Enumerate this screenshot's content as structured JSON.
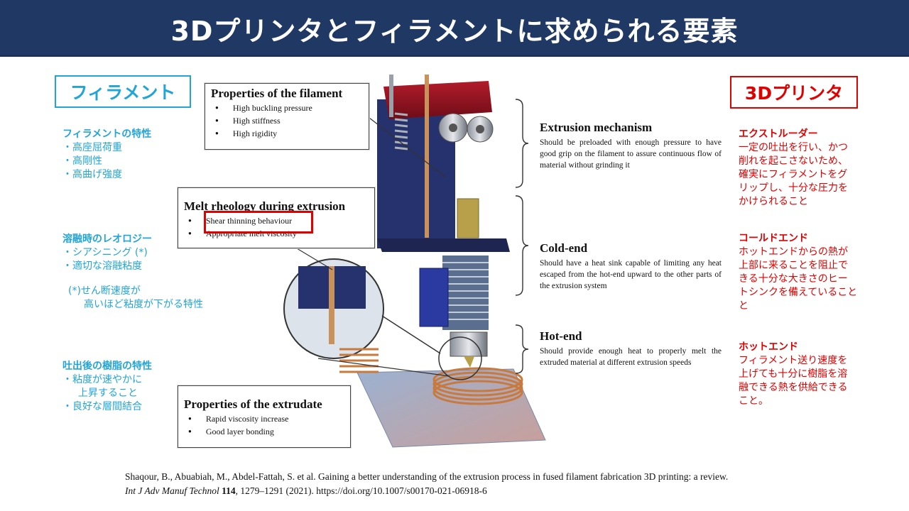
{
  "title": "3Dプリンタとフィラメントに求められる要素",
  "left": {
    "label": "フィラメント",
    "filament_props": {
      "heading": "フィラメントの特性",
      "items": [
        "・高座屈荷重",
        "・高剛性",
        "・高曲げ強度"
      ]
    },
    "rheology": {
      "heading": "溶融時のレオロジー",
      "items": [
        "・シアシニング (*)",
        "・適切な溶融粘度"
      ],
      "footnote_1": "(*)せん断速度が",
      "footnote_2": "高いほど粘度が下がる特性"
    },
    "extrudate": {
      "heading": "吐出後の樹脂の特性",
      "items": [
        "・粘度が速やかに",
        "上昇すること",
        "・良好な層間結合"
      ]
    }
  },
  "right": {
    "label": "3Dプリンタ",
    "extruder": {
      "heading": "エクストルーダー",
      "lines": [
        "一定の吐出を行い、かつ",
        "削れを起こさないため、",
        "確実にフィラメントをグ",
        "リップし、十分な圧力を",
        "かけられること"
      ]
    },
    "cold_end": {
      "heading": "コールドエンド",
      "lines": [
        "ホットエンドからの熱が",
        "上部に来ることを阻止で",
        "きる十分な大きさのヒー",
        "トシンクを備えていること",
        "と"
      ]
    },
    "hot_end": {
      "heading": "ホットエンド",
      "lines": [
        "フィラメント送り速度を",
        "上げても十分に樹脂を溶",
        "融できる熱を供給できる",
        "こと。"
      ]
    }
  },
  "figure": {
    "box_filament": {
      "title": "Properties of the filament",
      "items": [
        "High buckling pressure",
        "High stiffness",
        "High rigidity"
      ]
    },
    "box_melt": {
      "title": "Melt rheology during extrusion",
      "items": [
        "Shear thinning behaviour",
        "Appropriate melt viscosity"
      ]
    },
    "box_extrudate": {
      "title": "Properties of the extrudate",
      "items": [
        "Rapid viscosity increase",
        "Good layer bonding"
      ]
    },
    "extrusion": {
      "title": "Extrusion mechanism",
      "text": "Should be preloaded with enough pressure to have good grip on the filament to assure continuous flow of material without grinding it"
    },
    "cold": {
      "title": "Cold-end",
      "text": "Should have a heat sink capable of limiting any heat escaped from the hot-end upward to the other parts of the extrusion system"
    },
    "hot": {
      "title": "Hot-end",
      "text": "Should provide enough heat to properly melt the extruded material at different extrusion speeds"
    }
  },
  "citation": {
    "line1": "Shaqour, B., Abuabiah, M., Abdel-Fattah, S. et al. Gaining a better understanding of the extrusion process in fused filament fabrication 3D printing: a review.",
    "journal": "Int J Adv Manuf Technol",
    "volume": "114",
    "rest": ", 1279–1291 (2021). https://doi.org/10.1007/s00170-021-06918-6"
  },
  "colors": {
    "title_bg": "#203864",
    "cyan": "#22a5d6",
    "red": "#e00000"
  }
}
